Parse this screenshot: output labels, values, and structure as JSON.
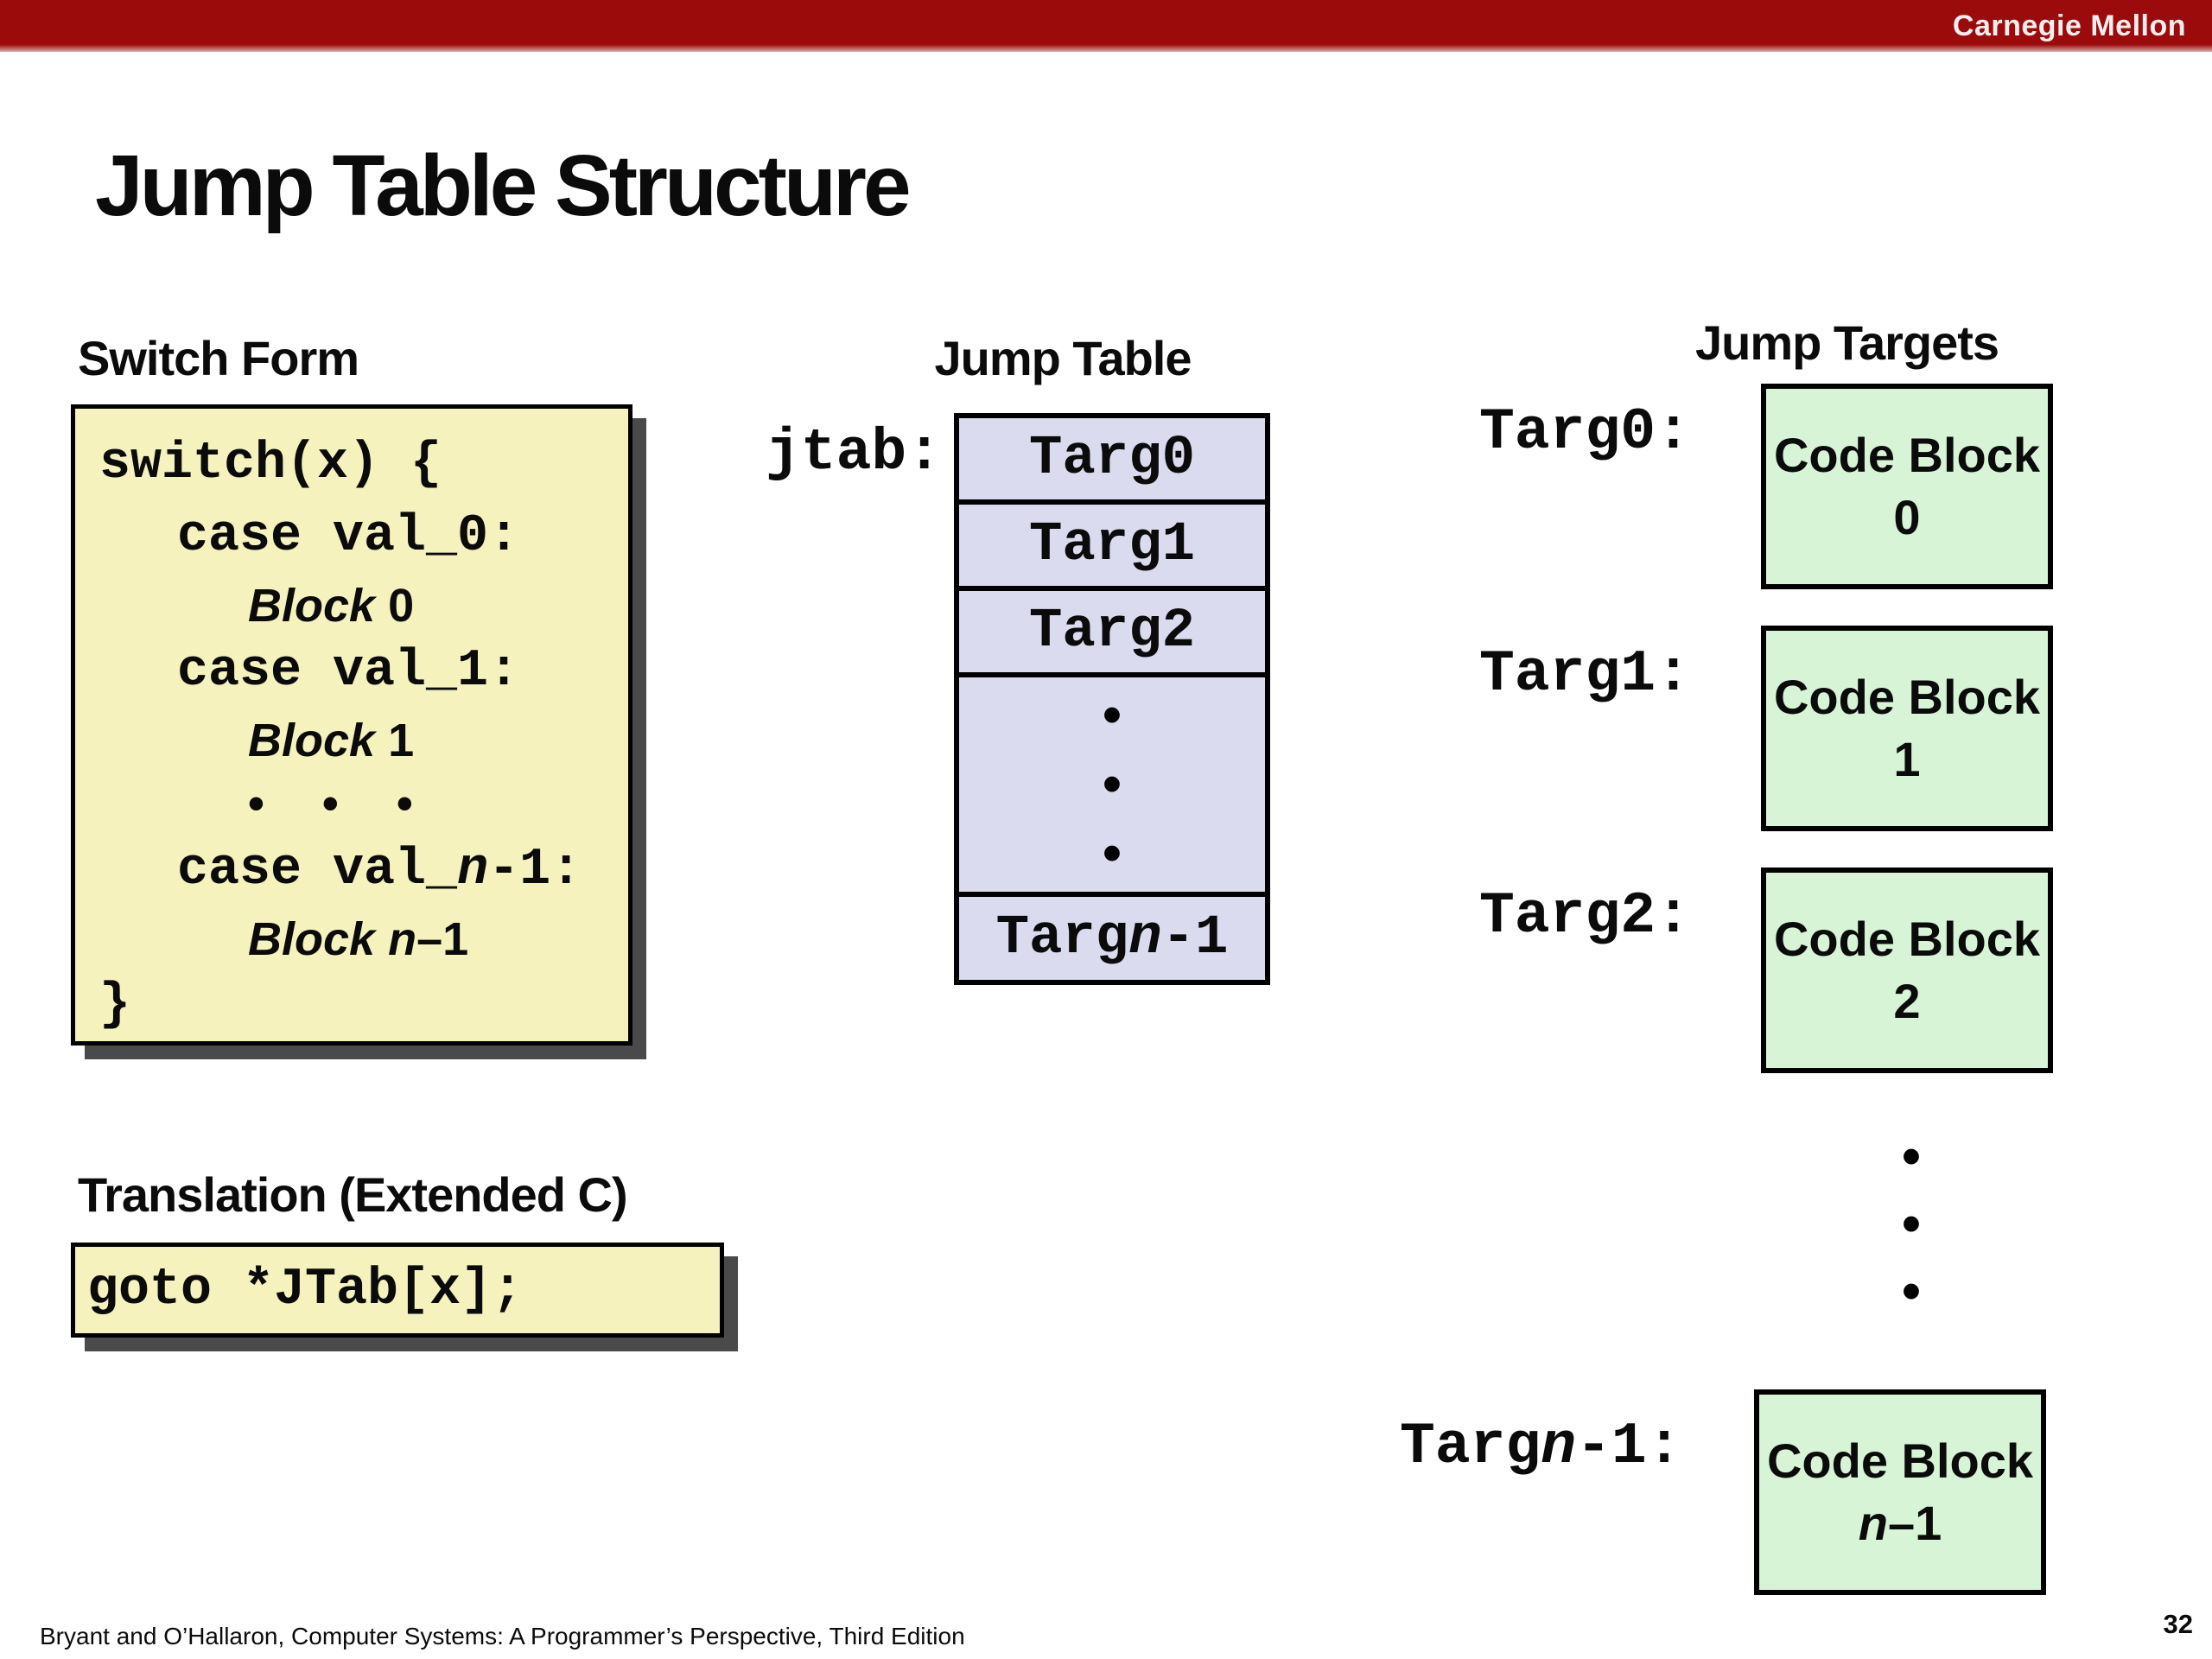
{
  "colors": {
    "header_red": "#9C0B0B",
    "code_box_yellow": "#F5F2BE",
    "jump_table_lavender": "#DBDBF0",
    "code_block_green": "#D7F4D7",
    "shadow_gray": "#4A4A4A"
  },
  "header": {
    "brand": "Carnegie Mellon"
  },
  "title": "Jump Table Structure",
  "switch_form": {
    "heading": "Switch Form",
    "line_open": "switch(x) {",
    "case0": "case val_0:",
    "block0": {
      "word": "Block",
      "num": "0"
    },
    "case1": "case val_1:",
    "block1": {
      "word": "Block",
      "num": "1"
    },
    "ellipsis": "• • •",
    "casen": {
      "pre": "case val_",
      "n": "n",
      "post": "-1:"
    },
    "blockn": {
      "word": "Block",
      "n": "n",
      "post": "–1"
    },
    "line_close": "}"
  },
  "jump_table": {
    "heading": "Jump Table",
    "pointer_label": "jtab:",
    "cells": [
      "Targ0",
      "Targ1",
      "Targ2"
    ],
    "ellipsis_dots": [
      "•",
      "•",
      "•"
    ],
    "last_cell": {
      "pre": "Targ",
      "n": "n",
      "post": "-1"
    }
  },
  "jump_targets": {
    "heading": "Jump Targets",
    "items": [
      {
        "label": "Targ0:",
        "line1": "Code Block",
        "line2": "0"
      },
      {
        "label": "Targ1:",
        "line1": "Code Block",
        "line2": "1"
      },
      {
        "label": "Targ2:",
        "line1": "Code Block",
        "line2": "2"
      }
    ],
    "ellipsis_dots": [
      "•",
      "•",
      "•"
    ],
    "last": {
      "label_pre": "Targ",
      "label_n": "n",
      "label_post": "-1:",
      "line1": "Code Block",
      "line2_n": "n",
      "line2_post": "–1"
    }
  },
  "translation": {
    "heading": "Translation (Extended C)",
    "code": "goto *JTab[x];"
  },
  "footer": {
    "citation": "Bryant and O’Hallaron, Computer Systems: A Programmer’s Perspective, Third Edition",
    "page": "32"
  }
}
